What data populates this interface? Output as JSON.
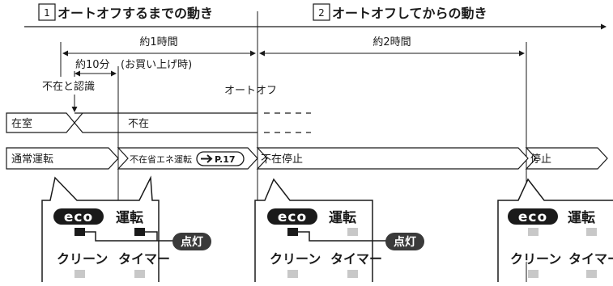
{
  "sections": {
    "section1": {
      "num": "1",
      "label": "オートオフするまでの動き"
    },
    "section2": {
      "num": "2",
      "label": "オートオフしてからの動き"
    }
  },
  "durations": {
    "about_1_hour": "約1時間",
    "about_2_hours": "約2時間",
    "about_10_min": "約10分",
    "at_purchase": "(お買い上げ時)"
  },
  "events": {
    "absence_detected": "不在と認識",
    "auto_off": "オートオフ"
  },
  "presence_row": {
    "present": "在室",
    "absent": "不在"
  },
  "operation_row": {
    "normal": "通常運転",
    "absence_saving": "不在省エネ運転",
    "page_ref": "P.17",
    "absence_stop": "不在停止",
    "stop": "停止"
  },
  "panels": [
    {
      "eco": "eco",
      "run": "運転",
      "clean": "クリーン",
      "timer": "タイマー",
      "lit_label": "点灯",
      "eco_lit": true,
      "run_lit": true
    },
    {
      "eco": "eco",
      "run": "運転",
      "clean": "クリーン",
      "timer": "タイマー",
      "lit_label": "点灯",
      "eco_lit": true,
      "run_lit": false
    },
    {
      "eco": "eco",
      "run": "運転",
      "clean": "クリーン",
      "timer": "タイマー",
      "eco_lit": false,
      "run_lit": false
    }
  ],
  "colors": {
    "ink": "#1a1a1a",
    "lit_lamp": "#1a1a1a",
    "unlit_lamp": "#c8c8c8",
    "badge": "#3a3a3a"
  }
}
